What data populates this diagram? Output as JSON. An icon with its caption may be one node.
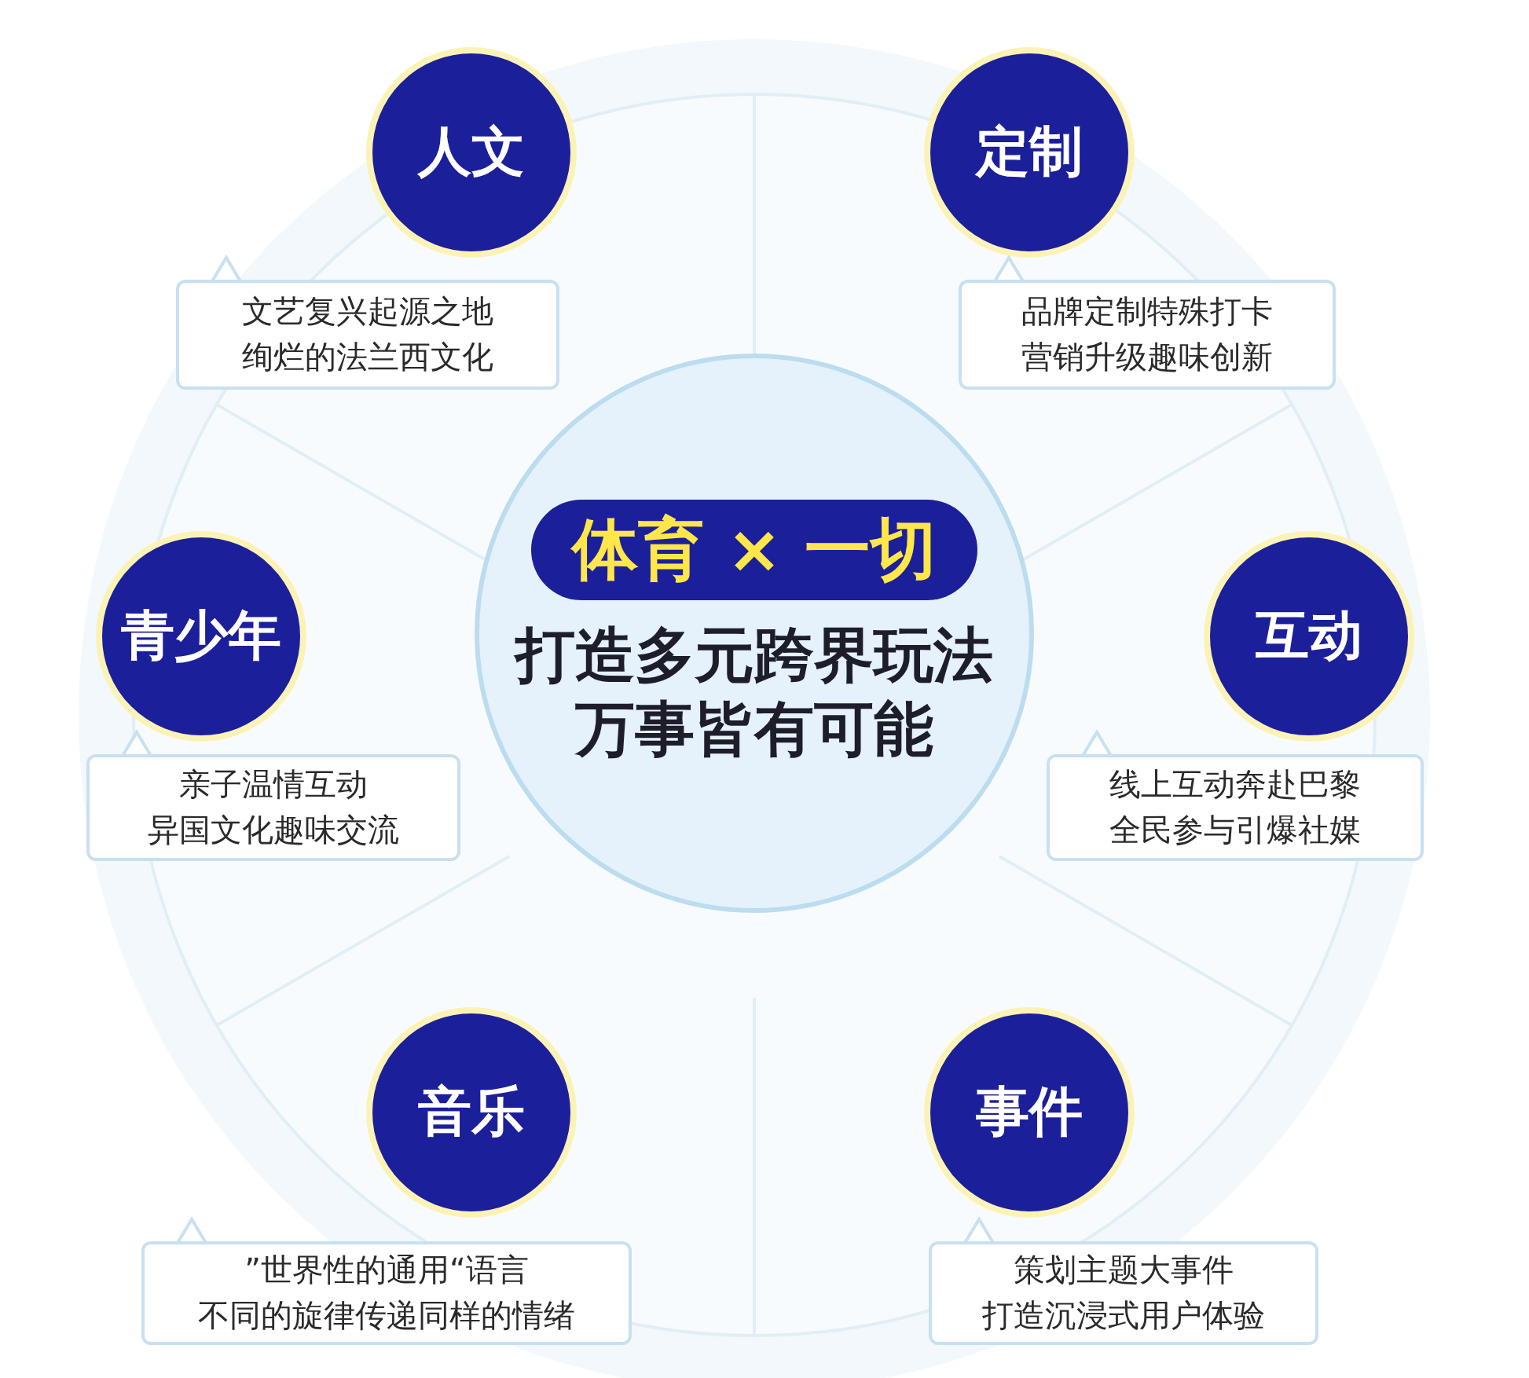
{
  "diagram": {
    "nodes": [
      {
        "text": [
          "打造多元跨界玩法",
          "万事皆有可能"
        ]
      },
      {
        "text": [
          "体育 × 一切"
        ],
        "in": 0
      },
      {
        "text": [
          "人文"
        ]
      },
      {
        "text": [
          "文艺复兴起源之地",
          "绚烂的法兰西文化"
        ]
      },
      {
        "text": [
          "定制"
        ]
      },
      {
        "text": [
          "品牌定制特殊打卡",
          "营销升级趣味创新"
        ]
      },
      {
        "text": [
          "青少年"
        ]
      },
      {
        "text": [
          "亲子温情互动",
          "异国文化趣味交流"
        ]
      },
      {
        "text": [
          "互动"
        ]
      },
      {
        "text": [
          "线上互动奔赴巴黎",
          "全民参与引爆社媒"
        ]
      },
      {
        "text": [
          "音乐"
        ]
      },
      {
        "text": [
          "”世界性的通用“语言",
          "不同的旋律传递同样的情绪"
        ]
      },
      {
        "text": [
          "事件"
        ]
      },
      {
        "text": [
          "策划主题大事件",
          "打造沉浸式用户体验"
        ]
      }
    ]
  }
}
